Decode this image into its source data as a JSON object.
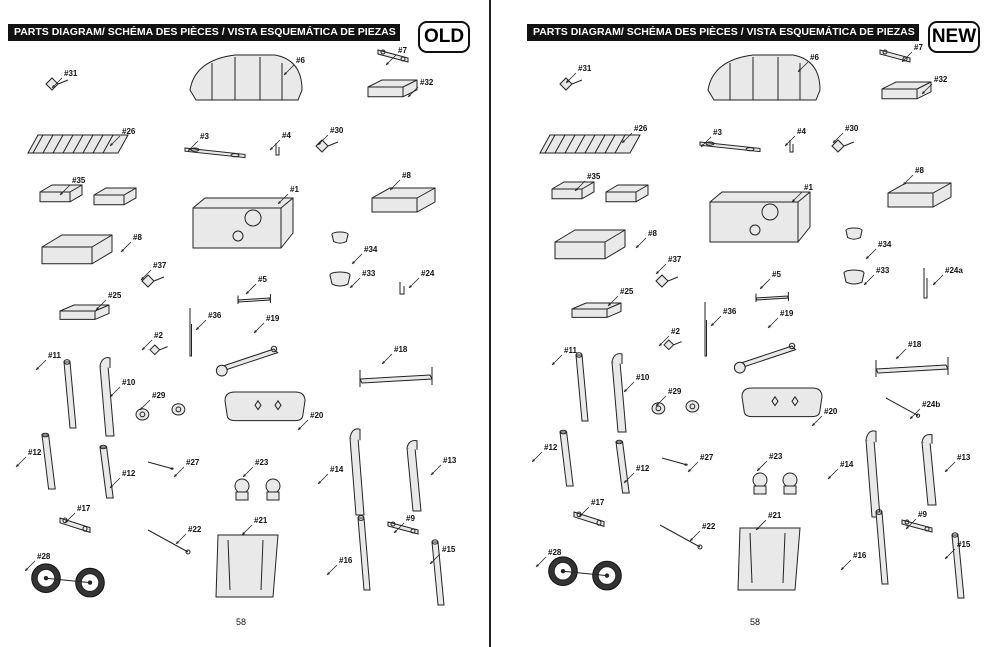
{
  "pages": [
    {
      "key": "old",
      "header": "PARTS DIAGRAM/ SCHÉMA DES PIÈCES / VISTA ESQUEMÁTICA DE PIEZAS",
      "badge": "OLD",
      "page_number": "58",
      "labels": [
        "#31",
        "#6",
        "#7",
        "#32",
        "#26",
        "#3",
        "#4",
        "#30",
        "#35",
        "#1",
        "#8",
        "#8",
        "#34",
        "#37",
        "#5",
        "#33",
        "#24",
        "#25",
        "#36",
        "#19",
        "#2",
        "#18",
        "#11",
        "#10",
        "#29",
        "#20",
        "#12",
        "#12",
        "#27",
        "#23",
        "#14",
        "#13",
        "#17",
        "#22",
        "#21",
        "#9",
        "#28",
        "#16",
        "#15"
      ]
    },
    {
      "key": "new",
      "header": "PARTS DIAGRAM/ SCHÉMA DES PIÈCES / VISTA ESQUEMÁTICA DE PIEZAS",
      "badge": "NEW",
      "page_number": "58",
      "labels": [
        "#31",
        "#6",
        "#7",
        "#32",
        "#26",
        "#3",
        "#4",
        "#30",
        "#35",
        "#1",
        "#8",
        "#8",
        "#34",
        "#37",
        "#5",
        "#33",
        "#24a",
        "#25",
        "#36",
        "#19",
        "#2",
        "#18",
        "#11",
        "#10",
        "#29",
        "#20",
        "#24b",
        "#12",
        "#12",
        "#27",
        "#23",
        "#14",
        "#13",
        "#17",
        "#22",
        "#21",
        "#9",
        "#28",
        "#16",
        "#15"
      ]
    }
  ]
}
